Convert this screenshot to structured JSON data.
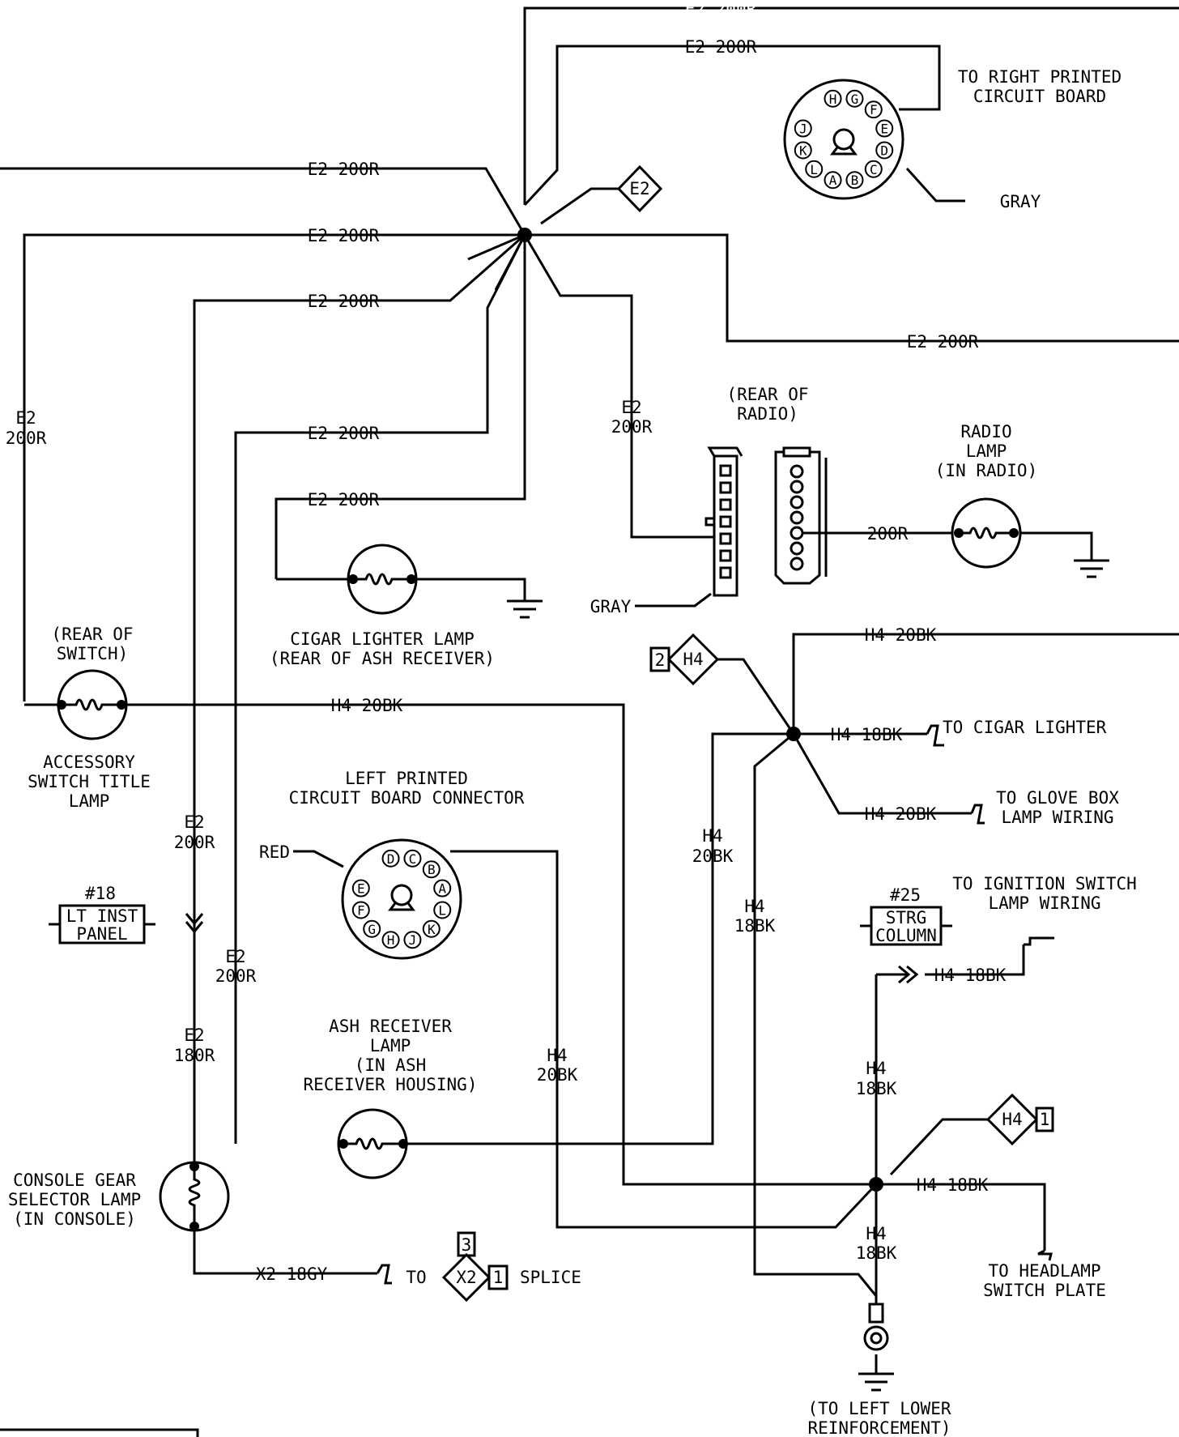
{
  "wire_labels": {
    "e2_200r": "E2 200R",
    "e2_stack": "E2",
    "r200_stack": "200R",
    "r180_stack": "180R",
    "r200": "200R",
    "h4_20bk": "H4 20BK",
    "h4_18bk": "H4 18BK",
    "h4_stack": "H4",
    "bk20_stack": "20BK",
    "bk18_stack": "18BK",
    "x2_18gy": "X2 18GY",
    "gray": "GRAY",
    "red": "RED"
  },
  "diamonds": {
    "e2": "E2",
    "h4_top": "H4",
    "h4_top_num": "2",
    "h4_bot": "H4",
    "h4_bot_num": "1",
    "x2": "X2",
    "x2_num_top": "3",
    "x2_num_right": "1"
  },
  "connectors": {
    "right_pcb": {
      "label_1": "TO RIGHT PRINTED",
      "label_2": "CIRCUIT BOARD",
      "pins": [
        "H",
        "G",
        "F",
        "E",
        "D",
        "C",
        "B",
        "A",
        "L",
        "K",
        "J"
      ]
    },
    "left_pcb": {
      "label_1": "LEFT PRINTED",
      "label_2": "CIRCUIT BOARD CONNECTOR",
      "pins": [
        "D",
        "C",
        "B",
        "A",
        "L",
        "K",
        "J",
        "H",
        "G",
        "F",
        "E"
      ]
    },
    "radio": {
      "label_1": "(REAR OF",
      "label_2": "RADIO)"
    }
  },
  "lamps": {
    "radio": {
      "l1": "RADIO",
      "l2": "LAMP",
      "l3": "(IN RADIO)"
    },
    "cigar": {
      "l1": "CIGAR LIGHTER LAMP",
      "l2": "(REAR OF ASH RECEIVER)"
    },
    "accessory": {
      "top1": "(REAR OF",
      "top2": "SWITCH)",
      "l1": "ACCESSORY",
      "l2": "SWITCH TITLE",
      "l3": "LAMP"
    },
    "ash": {
      "l1": "ASH RECEIVER",
      "l2": "LAMP",
      "l3": "(IN ASH",
      "l4": "RECEIVER HOUSING)"
    },
    "console": {
      "l1": "CONSOLE GEAR",
      "l2": "SELECTOR LAMP",
      "l3": "(IN CONSOLE)"
    }
  },
  "connector_boxes": {
    "lt_inst": {
      "num": "#18",
      "l1": "LT INST",
      "l2": "PANEL"
    },
    "strg": {
      "num": "#25",
      "l1": "STRG",
      "l2": "COLUMN"
    }
  },
  "destinations": {
    "cigar_lighter": "TO CIGAR LIGHTER",
    "glove_1": "TO GLOVE BOX",
    "glove_2": "LAMP WIRING",
    "ign_1": "TO IGNITION SWITCH",
    "ign_2": "LAMP WIRING",
    "headlamp_1": "TO HEADLAMP",
    "headlamp_2": "SWITCH PLATE",
    "ground_1": "(TO LEFT LOWER",
    "ground_2": "REINFORCEMENT)",
    "to": "TO",
    "splice": "SPLICE"
  }
}
